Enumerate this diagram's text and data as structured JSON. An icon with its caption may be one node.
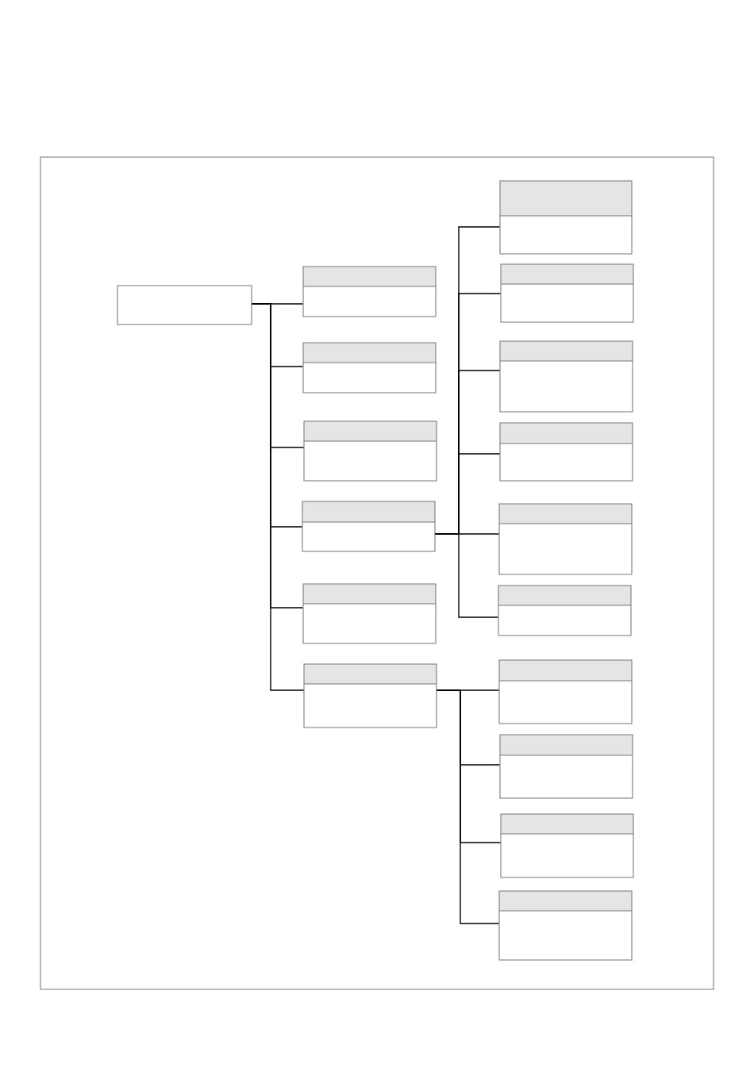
{
  "diagram": {
    "nodes": [
      {
        "text": [],
        "shape": "box"
      },
      {
        "text": [],
        "shape": "box"
      },
      {
        "text": [],
        "shape": "box"
      },
      {
        "text": [],
        "shape": "box"
      },
      {
        "text": [],
        "shape": "box"
      },
      {
        "text": [],
        "shape": "box"
      },
      {
        "text": [],
        "shape": "box"
      },
      {
        "text": [],
        "shape": "box"
      },
      {
        "text": [],
        "shape": "box"
      },
      {
        "text": [],
        "shape": "box"
      },
      {
        "text": [],
        "shape": "box"
      },
      {
        "text": [],
        "shape": "box"
      },
      {
        "text": [],
        "shape": "box"
      },
      {
        "text": [],
        "shape": "box"
      },
      {
        "text": [],
        "shape": "box"
      },
      {
        "text": [],
        "shape": "box"
      },
      {
        "text": [],
        "shape": "box"
      }
    ],
    "edges": [
      {
        "from": 0,
        "to": 1,
        "arrow": "none"
      },
      {
        "from": 0,
        "to": 2,
        "arrow": "none"
      },
      {
        "from": 0,
        "to": 3,
        "arrow": "none"
      },
      {
        "from": 0,
        "to": 4,
        "arrow": "none"
      },
      {
        "from": 0,
        "to": 5,
        "arrow": "none"
      },
      {
        "from": 0,
        "to": 6,
        "arrow": "none"
      },
      {
        "from": 4,
        "to": 7,
        "arrow": "none"
      },
      {
        "from": 4,
        "to": 8,
        "arrow": "none"
      },
      {
        "from": 4,
        "to": 9,
        "arrow": "none"
      },
      {
        "from": 4,
        "to": 10,
        "arrow": "none"
      },
      {
        "from": 4,
        "to": 11,
        "arrow": "none"
      },
      {
        "from": 4,
        "to": 12,
        "arrow": "none"
      },
      {
        "from": 6,
        "to": 13,
        "arrow": "none"
      },
      {
        "from": 6,
        "to": 14,
        "arrow": "none"
      },
      {
        "from": 6,
        "to": 15,
        "arrow": "none"
      },
      {
        "from": 6,
        "to": 16,
        "arrow": "none"
      }
    ]
  }
}
